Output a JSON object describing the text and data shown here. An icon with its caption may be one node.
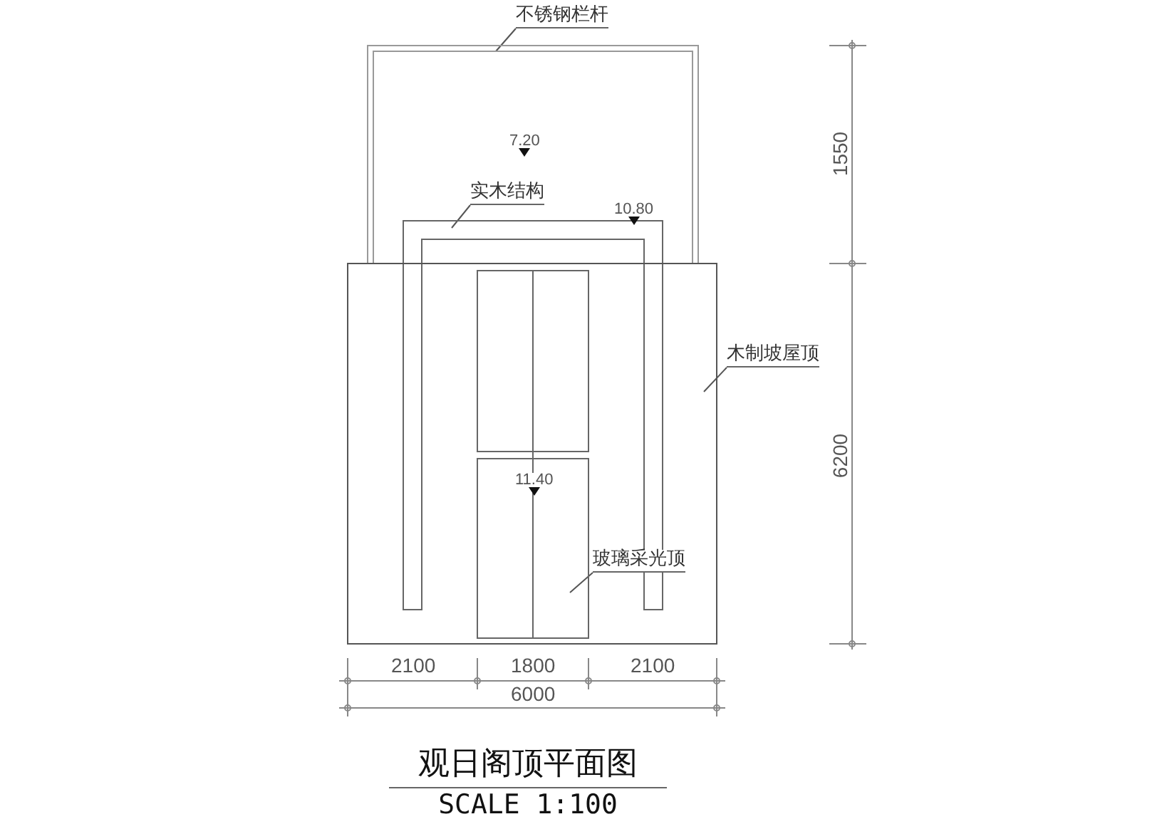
{
  "diagram": {
    "title": "观日阁顶平面图",
    "caption": "SCALE 1:100",
    "nodes": [
      {
        "text": [
          "不锈钢栏杆"
        ]
      },
      {
        "text": [],
        "shape": "box"
      },
      {
        "text": [
          "实木结构"
        ],
        "in": 1
      },
      {
        "text": [],
        "shape": "box"
      },
      {
        "text": [
          "木制坡屋顶"
        ]
      },
      {
        "text": [],
        "shape": "box"
      },
      {
        "text": [
          "玻璃采光顶"
        ],
        "in": 5
      },
      {
        "text": [],
        "shape": "box",
        "in": 5
      }
    ],
    "edges": [
      {
        "from": 0,
        "to": 1,
        "arrow": "none"
      },
      {
        "from": 2,
        "to": 3,
        "arrow": "none"
      },
      {
        "from": 4,
        "to": 5,
        "arrow": "none"
      },
      {
        "from": 6,
        "to": 7,
        "arrow": "none"
      }
    ],
    "labels": [
      "7.20",
      "10.80",
      "1550",
      "11.40",
      "6200",
      "2100",
      "1800",
      "2100",
      "6000"
    ]
  }
}
